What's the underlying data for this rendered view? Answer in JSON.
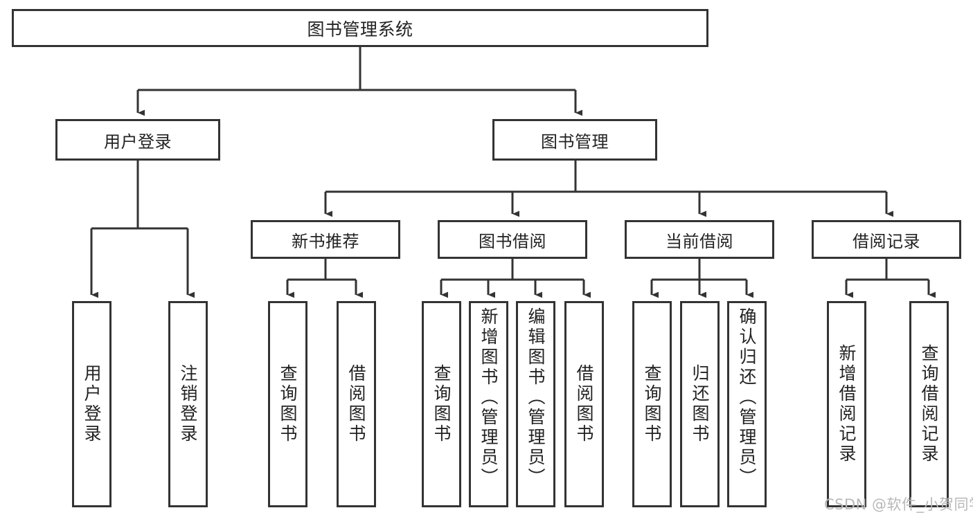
{
  "diagram": {
    "title": "图书管理系统",
    "type": "功能结构图",
    "colors": {
      "box_border": "#333333",
      "box_fill": "#ffffff",
      "edge": "#333333",
      "text": "#222222",
      "watermark": "#b8b8b8",
      "background": "#ffffff"
    },
    "root": {
      "label": "图书管理系统"
    },
    "level2": [
      {
        "label": "用户登录"
      },
      {
        "label": "图书管理"
      }
    ],
    "level3": [
      {
        "label": "新书推荐"
      },
      {
        "label": "图书借阅"
      },
      {
        "label": "当前借阅"
      },
      {
        "label": "借阅记录"
      }
    ],
    "leaves": {
      "user_login": [
        {
          "label": "用户登录"
        },
        {
          "label": "注销登录"
        }
      ],
      "new_book_recommend": [
        {
          "label": "查询图书"
        },
        {
          "label": "借阅图书"
        }
      ],
      "book_borrow": [
        {
          "label": "查询图书"
        },
        {
          "label": "新增图书（管理员）"
        },
        {
          "label": "编辑图书（管理员）"
        },
        {
          "label": "借阅图书"
        }
      ],
      "current_borrow": [
        {
          "label": "查询图书"
        },
        {
          "label": "归还图书"
        },
        {
          "label": "确认归还（管理员）"
        }
      ],
      "borrow_record": [
        {
          "label": "新增借阅记录"
        },
        {
          "label": "查询借阅记录"
        }
      ]
    }
  },
  "watermark": {
    "text": "CSDN @软件_小贺同学"
  }
}
